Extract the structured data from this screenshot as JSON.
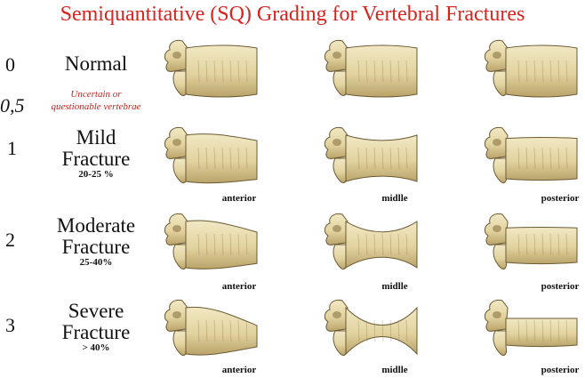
{
  "title": "Semiquantitative (SQ) Grading for Vertebral Fractures",
  "rows": [
    {
      "grade": "0",
      "label_lines": [
        "Normal"
      ],
      "percent": ""
    },
    {
      "grade": "0,5",
      "note_lines": [
        "Uncertain or",
        "questionable vertebrae"
      ]
    },
    {
      "grade": "1",
      "label_lines": [
        "Mild",
        "Fracture"
      ],
      "percent": "20-25 %"
    },
    {
      "grade": "2",
      "label_lines": [
        "Moderate",
        "Fracture"
      ],
      "percent": "25-40%"
    },
    {
      "grade": "3",
      "label_lines": [
        "Severe",
        "Fracture"
      ],
      "percent": "> 40%"
    }
  ],
  "columns": [
    "anterior",
    "midlle",
    "posterior"
  ],
  "colors": {
    "title": "#d9231f",
    "bone": "#e8dcae",
    "bone_shadow": "#6b5a33",
    "note": "#c2231f",
    "disc_highlight": "#fbf3d4"
  },
  "icons": [
    "vertebra-normal-icon",
    "vertebra-anterior-wedge-icon",
    "vertebra-middle-biconcave-icon",
    "vertebra-posterior-crush-icon"
  ]
}
